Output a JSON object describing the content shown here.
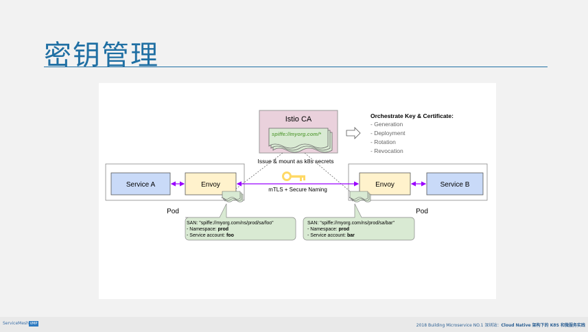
{
  "slide": {
    "title": "密钥管理"
  },
  "diagram": {
    "ca_label": "Istio CA",
    "ca_cert_text": "spiffe://myorg.com/*",
    "orchestrate_title": "Orchestrate Key & Certificate:",
    "orchestrate_items": [
      "- Generation",
      "- Deployment",
      "- Rotation",
      "- Revocation"
    ],
    "issue_label": "Issue & mount as k8s secrets",
    "mtls_label": "mTLS + Secure Naming",
    "left": {
      "service": "Service A",
      "envoy": "Envoy",
      "pod": "Pod",
      "san": "SAN: \"spiffe://myorg.com/ns/prod/sa/foo\"",
      "ns_prefix": "- Namespace: ",
      "ns_value": "prod",
      "sa_prefix": "- Service account: ",
      "sa_value": "foo"
    },
    "right": {
      "service": "Service B",
      "envoy": "Envoy",
      "pod": "Pod",
      "san": "SAN: \"spiffe://myorg.com/ns/prod/sa/bar\"",
      "ns_prefix": "- Namespace: ",
      "ns_value": "prod",
      "sa_prefix": "- Service account: ",
      "sa_value": "bar"
    },
    "colors": {
      "service_fill": "#c9daf8",
      "envoy_fill": "#fff2cc",
      "ca_fill": "#ead1dc",
      "cert_fill": "#d9ead3",
      "arrow": "#9900ff",
      "key": "#ffd966"
    }
  },
  "footer": {
    "logo_text": "ServiceMesher",
    "badge_text": "VMP",
    "event_text": "2018 Building Microservice NO.1 深圳站：",
    "talk_text": "Cloud Native 架构下的 K8S 和微服务实践"
  }
}
